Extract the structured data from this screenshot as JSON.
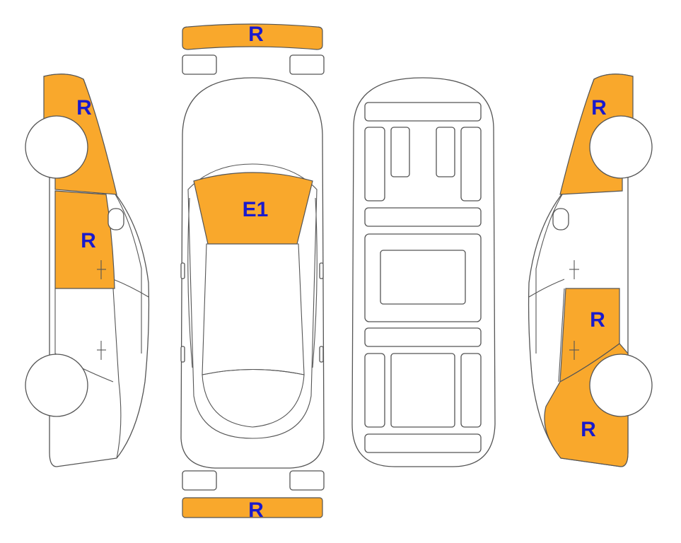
{
  "colors": {
    "damage_fill": "#F9A82C",
    "label_color": "#1A1ACC",
    "outline": "#555555"
  },
  "panels": {
    "front_bumper": {
      "code": "R"
    },
    "left_front_fender": {
      "code": "R"
    },
    "left_front_door": {
      "code": "R"
    },
    "hood": {
      "code": "E1"
    },
    "right_front_fender": {
      "code": "R"
    },
    "right_rear_door": {
      "code": "R"
    },
    "right_rear_quarter": {
      "code": "R"
    },
    "rear_bumper": {
      "code": "R"
    }
  }
}
